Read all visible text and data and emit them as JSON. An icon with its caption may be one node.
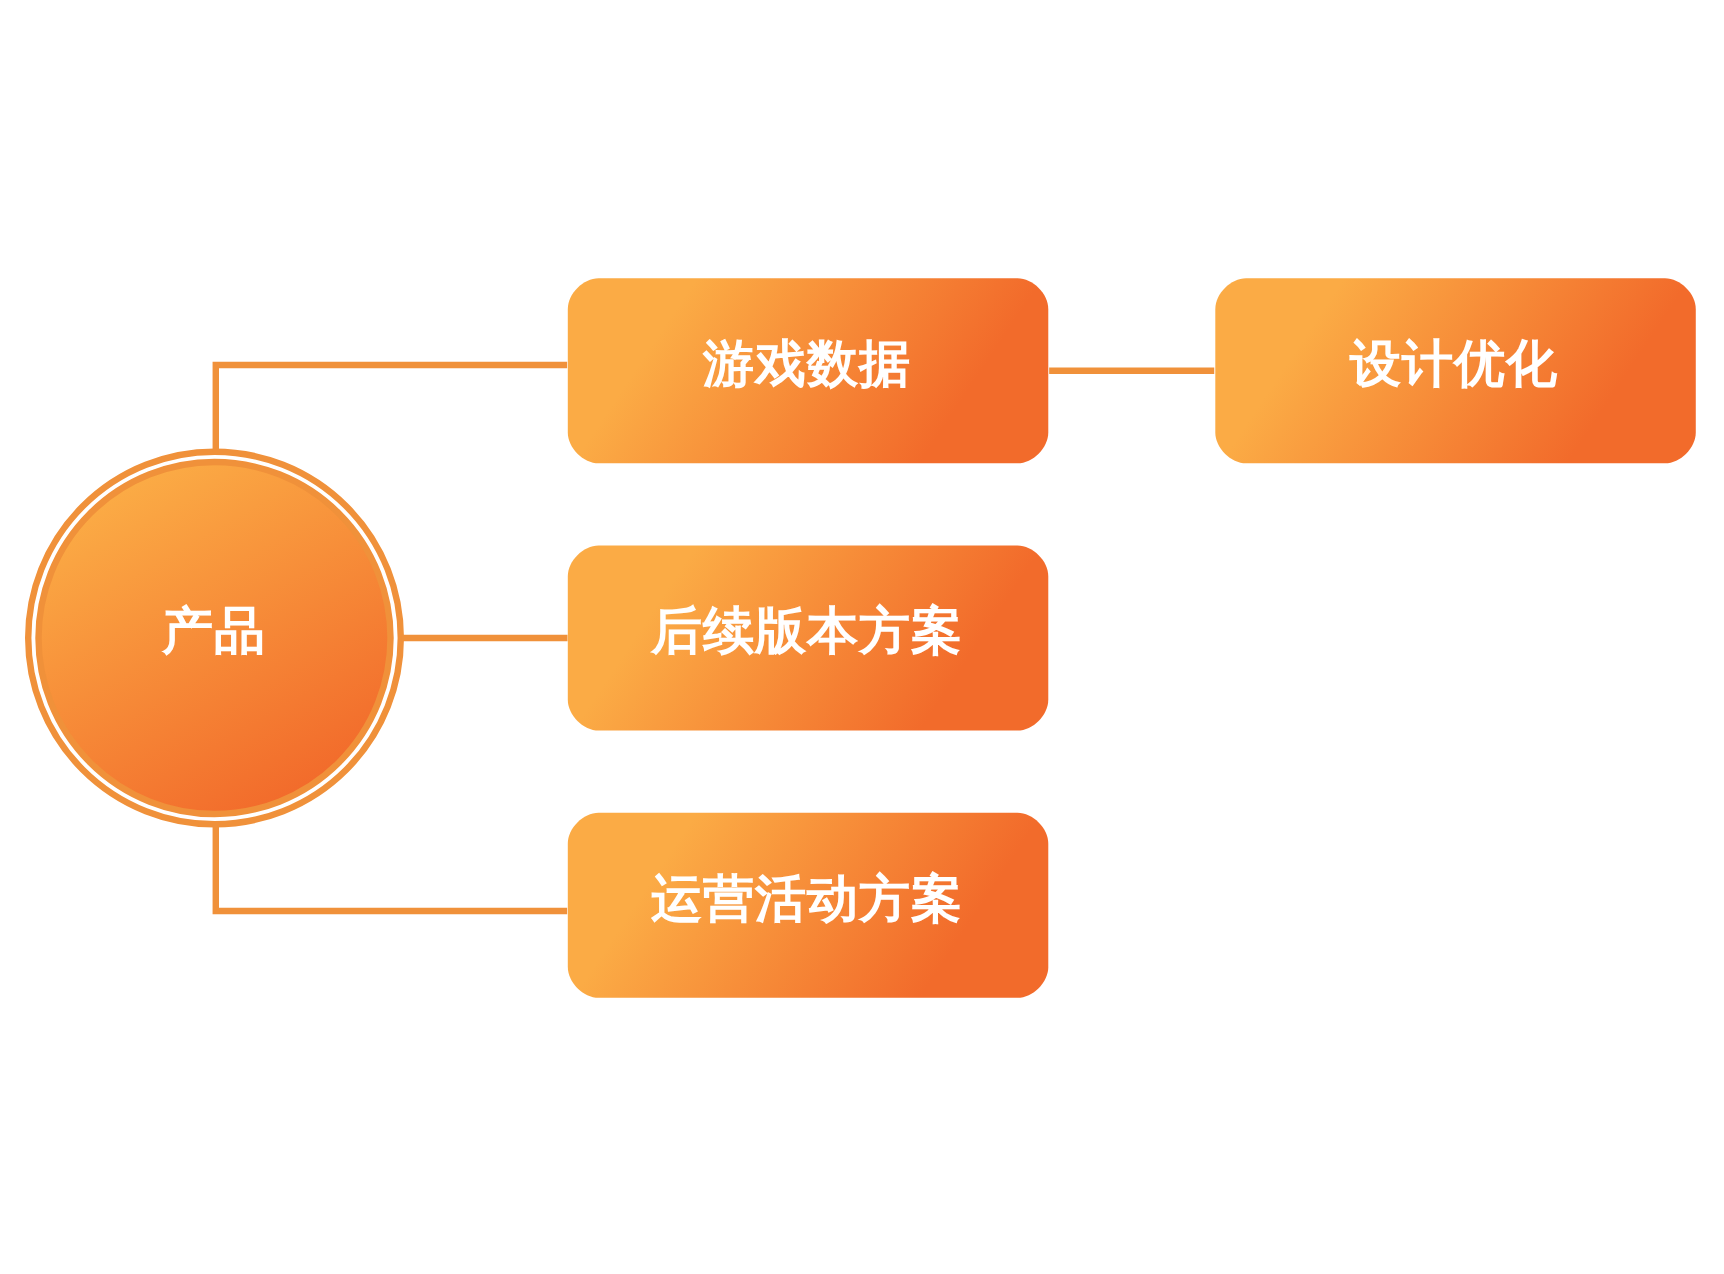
{
  "diagram": {
    "nodes": [
      {
        "text": [
          "产品"
        ]
      },
      {
        "text": [
          "游戏数据"
        ]
      },
      {
        "text": [
          "设计优化"
        ]
      },
      {
        "text": [
          "后续版本方案"
        ]
      },
      {
        "text": [
          "运营活动方案"
        ]
      }
    ],
    "edges": [
      {
        "from": 0,
        "to": 1,
        "arrow": "none"
      },
      {
        "from": 0,
        "to": 3,
        "arrow": "none"
      },
      {
        "from": 0,
        "to": 4,
        "arrow": "none"
      },
      {
        "from": 1,
        "to": 2,
        "arrow": "none"
      }
    ]
  }
}
